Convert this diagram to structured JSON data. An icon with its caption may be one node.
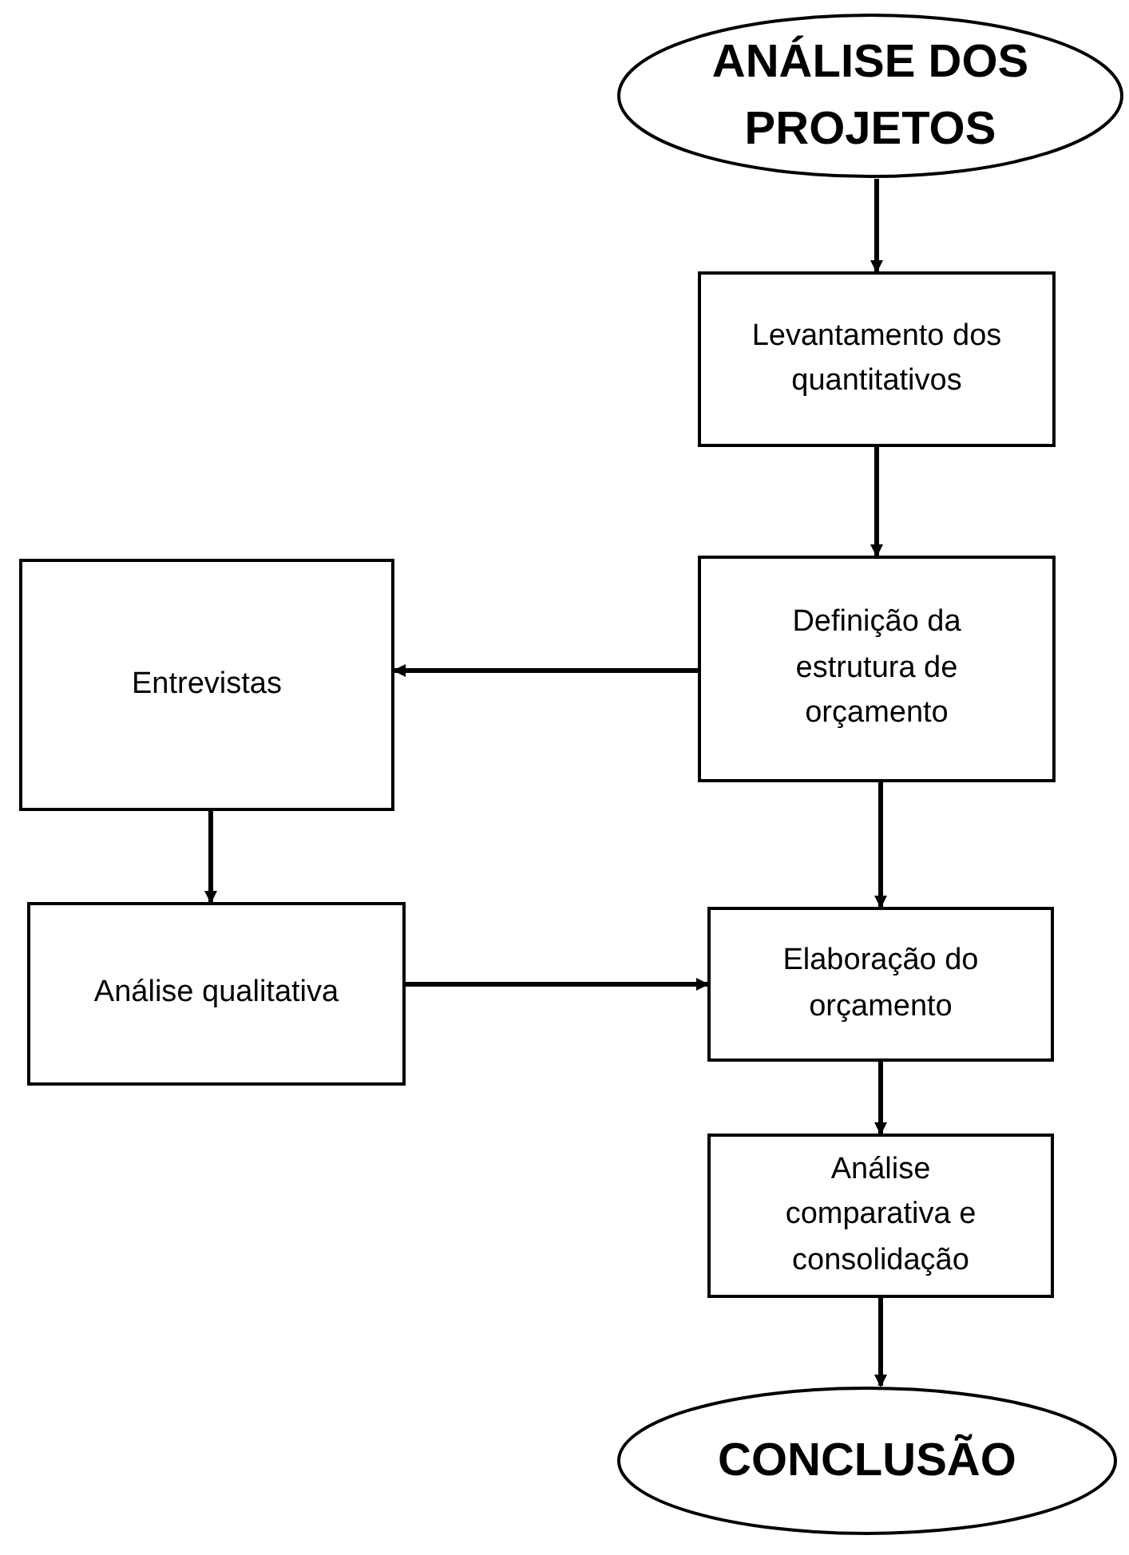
{
  "diagram": {
    "nodes": [
      {
        "text": [
          "ANÁLISE DOS PROJETOS"
        ]
      },
      {
        "text": [
          "Levantamento dos quantitativos"
        ]
      },
      {
        "text": [
          "Definição da estrutura de orçamento"
        ]
      },
      {
        "text": [
          "Entrevistas"
        ]
      },
      {
        "text": [
          "Análise qualitativa"
        ]
      },
      {
        "text": [
          "Elaboração do orçamento"
        ]
      },
      {
        "text": [
          "Análise comparativa e consolidação"
        ]
      },
      {
        "text": [
          "CONCLUSÃO"
        ]
      }
    ],
    "edges": [
      {
        "from": 0,
        "to": 1,
        "arrow": "to"
      },
      {
        "from": 1,
        "to": 2,
        "arrow": "to"
      },
      {
        "from": 2,
        "to": 3,
        "arrow": "to"
      },
      {
        "from": 3,
        "to": 4,
        "arrow": "to"
      },
      {
        "from": 4,
        "to": 5,
        "arrow": "to"
      },
      {
        "from": 2,
        "to": 5,
        "arrow": "to"
      },
      {
        "from": 5,
        "to": 6,
        "arrow": "to"
      },
      {
        "from": 6,
        "to": 7,
        "arrow": "to"
      }
    ]
  }
}
